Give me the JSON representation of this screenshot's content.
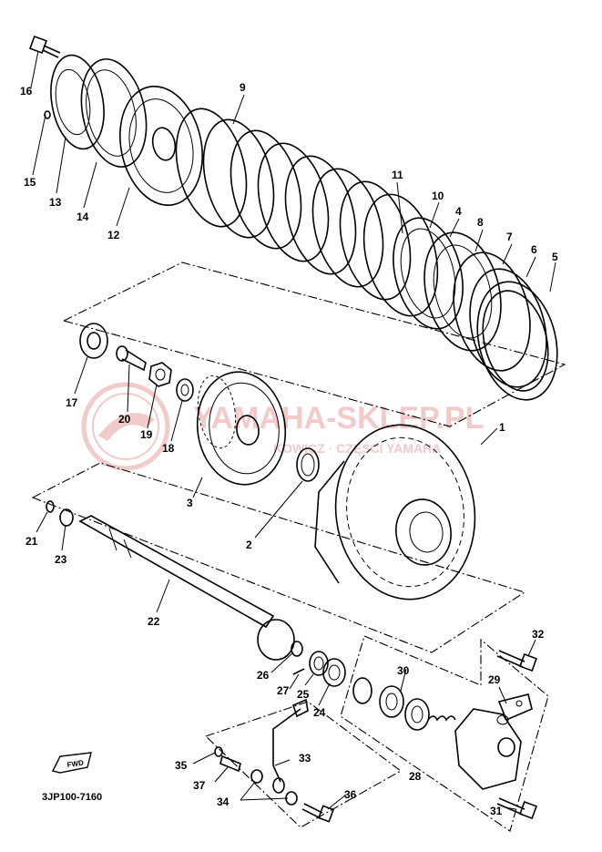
{
  "drawing_code": "3JP100-7160",
  "fwd_label": "FWD",
  "watermark": {
    "title": "YAMAHA-SKLEP.PL",
    "subtitle": "KOWICZ · CZĘŚCI YAMAHA",
    "color": "#e8a0a0"
  },
  "callouts": [
    "1",
    "2",
    "3",
    "4",
    "5",
    "6",
    "7",
    "8",
    "9",
    "10",
    "11",
    "12",
    "13",
    "14",
    "15",
    "16",
    "17",
    "18",
    "19",
    "20",
    "21",
    "22",
    "23",
    "24",
    "25",
    "26",
    "27",
    "28",
    "29",
    "30",
    "31",
    "32",
    "33",
    "34",
    "35",
    "36",
    "37"
  ]
}
